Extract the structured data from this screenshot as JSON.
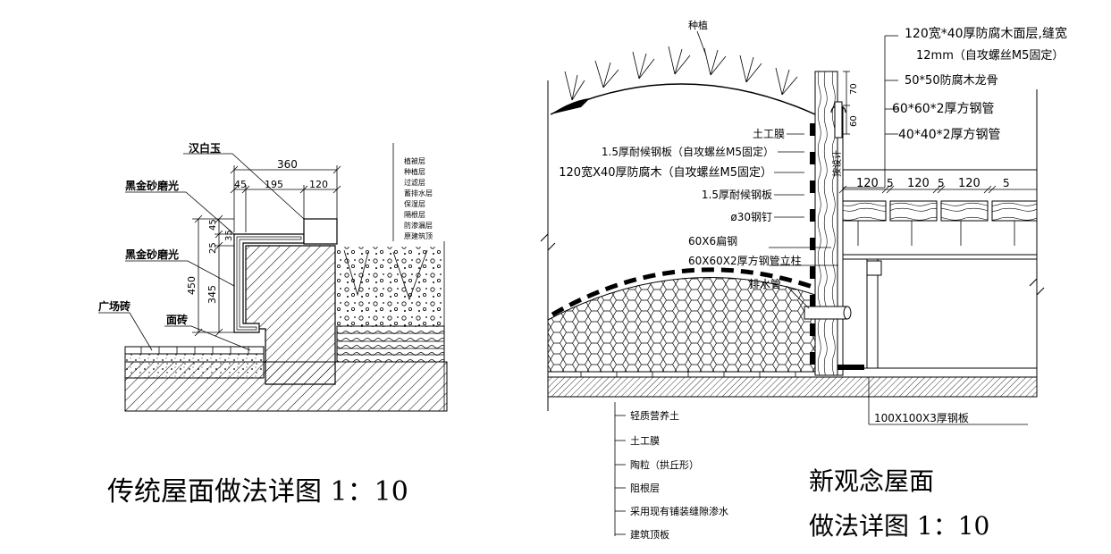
{
  "left_detail": {
    "title": "传统屋面做法详图 1：10",
    "coping_label": "汉白玉",
    "facing_label_top": "黑金砂磨光",
    "facing_label_mid": "黑金砂磨光",
    "plaza_label": "广场砖",
    "tile_label": "面砖",
    "dim_total": "360",
    "dim_a": "45",
    "dim_b": "195",
    "dim_c": "120",
    "dim_v_total": "450",
    "dim_v_45": "45",
    "dim_v_25": "25",
    "dim_v_35": "35",
    "dim_v_345": "345",
    "layers": [
      "植被层",
      "种植层",
      "过滤层",
      "蓄排水层",
      "保湿层",
      "隔根层",
      "防渗漏层",
      "原建筑顶"
    ]
  },
  "right_detail": {
    "title_line1": "新观念屋面",
    "title_line2": "做法详图 1：10",
    "planting_label": "种植",
    "top_right": {
      "deck_1": "120宽*40厚防腐木面层,缝宽",
      "deck_2": "12mm（自攻螺丝M5固定）",
      "keel": "50*50防腐木龙骨",
      "pipe60": "60*60*2厚方钢管",
      "pipe40": "40*40*2厚方钢管"
    },
    "left_callouts": [
      "土工膜",
      "1.5厚耐候钢板（自攻螺丝M5固定）",
      "120宽X40厚防腐木（自攻螺丝M5固定）",
      "1.5厚耐候钢板",
      "ø30钢钉"
    ],
    "flat_steel": "60X6扁钢",
    "post": "60X60X2厚方钢管立柱",
    "drain": "排水管",
    "vert_dim_70": "70",
    "vert_dim_60": "60",
    "spacing_label": "按设计",
    "deck_dims": [
      "120",
      "5",
      "120",
      "5",
      "120",
      "5"
    ],
    "base_plate": "100X100X3厚钢板",
    "bottom_layers": [
      "轻质营养土",
      "土工膜",
      "陶粒（拱丘形）",
      "阻根层",
      "采用现有铺装缝隙渗水",
      "建筑顶板"
    ]
  }
}
